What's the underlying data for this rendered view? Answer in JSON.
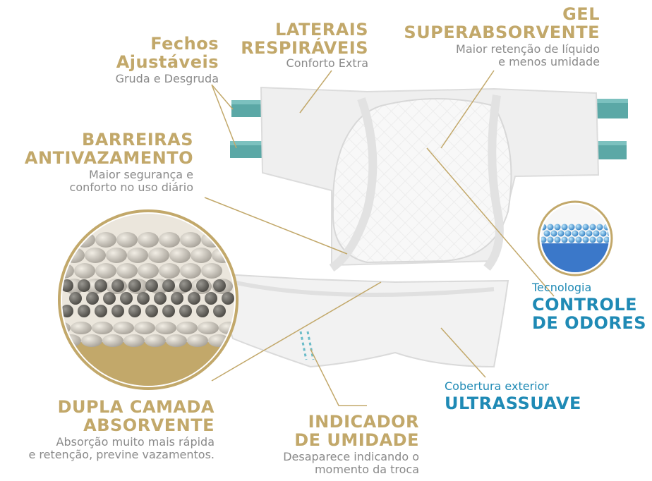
{
  "colors": {
    "gold": "#c2a86a",
    "blue": "#1f8ab5",
    "gray": "#8a8a8a",
    "tab": "#5ba8a6"
  },
  "labels": {
    "fechos": {
      "title_line1": "Fechos",
      "title_line2": "Ajustáveis",
      "subtitle": "Gruda e Desgruda"
    },
    "laterais": {
      "title_line1": "LATERAIS",
      "title_line2": "RESPIRÁVEIS",
      "subtitle": "Conforto Extra"
    },
    "gel": {
      "title_line1": "GEL",
      "title_line2": "SUPERABSORVENTE",
      "subtitle_line1": "Maior retenção de líquido",
      "subtitle_line2": "e menos umidade"
    },
    "barreiras": {
      "title_line1": "BARREIRAS",
      "title_line2": "ANTIVAZAMENTO",
      "subtitle_line1": "Maior segurança e",
      "subtitle_line2": "conforto no uso diário"
    },
    "controle": {
      "pre": "Tecnologia",
      "title_line1": "CONTROLE",
      "title_line2": "DE ODORES"
    },
    "cobertura": {
      "pre": "Cobertura exterior",
      "title": "ULTRASSUAVE"
    },
    "dupla": {
      "title_line1": "DUPLA CAMADA",
      "title_line2": "ABSORVENTE",
      "subtitle_line1": "Absorção muito mais rápida",
      "subtitle_line2": "e retenção, previne vazamentos."
    },
    "indicador": {
      "title_line1": "INDICADOR",
      "title_line2": "DE UMIDADE",
      "subtitle_line1": "Desaparece indicando o",
      "subtitle_line2": "momento da troca"
    }
  }
}
